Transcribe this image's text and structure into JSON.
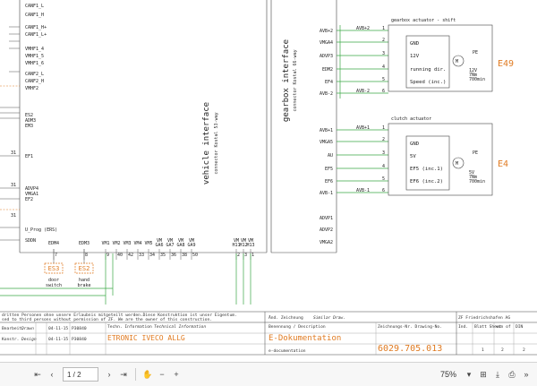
{
  "left_signals": [
    "CANF1_L",
    "CANF1_H",
    "CANF1_H+",
    "CANF1_L+",
    "VMHF1_4",
    "VMHF1_5",
    "VMHF1_6",
    "CANF2_L",
    "CANF2_H",
    "VMHF2",
    "ES2",
    "ADM3",
    "EM3",
    "EF1",
    "ADVP4",
    "VMGA1",
    "EF2",
    "U_Prog (ERS)",
    "SDDN"
  ],
  "left_numbers": [
    "31",
    "31",
    "31"
  ],
  "vehicle_interface": {
    "title": "vehicle interface",
    "subtitle": "connector Kostal 53-way"
  },
  "gearbox_interface": {
    "title": "gearbox interface",
    "subtitle": "connector Kostal 66-way"
  },
  "gearbox_pins_top": [
    "AVB+2",
    "VMGA4",
    "ADVP3",
    "EDM2",
    "EF4",
    "AVB-2"
  ],
  "gearbox_pins_mid": [
    "AVB+1",
    "VMGA5",
    "AU",
    "EF5",
    "EF6",
    "AVB-1"
  ],
  "gearbox_pins_bottom": [
    "ADVP1",
    "ADVP2",
    "VMGA2"
  ],
  "wire_labels_top": [
    "AVB+2",
    "AVB-2"
  ],
  "wire_labels_mid": [
    "AVB+1",
    "AVB-1"
  ],
  "wire_numbers_top": [
    "1",
    "2",
    "3",
    "4",
    "5",
    "6"
  ],
  "wire_numbers_mid": [
    "1",
    "2",
    "3",
    "4",
    "5",
    "6"
  ],
  "shift_actuator": {
    "title": "gearbox actuator - shift",
    "rows": [
      "GND",
      "12V",
      "running dir.",
      "Speed (inc.)"
    ],
    "tag": "E49",
    "motor": "M",
    "pe": "PE",
    "specs": [
      "12V",
      "7Nm",
      "700min"
    ]
  },
  "clutch_actuator": {
    "title": "clutch actuator",
    "rows": [
      "GND",
      "5V",
      "EF5 (inc.1)",
      "EF6 (inc.2)"
    ],
    "tag": "E4",
    "motor": "M",
    "pe": "PE",
    "specs": [
      "5V",
      "7Nm",
      "700min"
    ]
  },
  "bottom_pins": [
    "EDM4",
    "EDM3",
    "VM1",
    "VM2",
    "VM3",
    "VM4",
    "VM5",
    "VM GA6",
    "VM GA7",
    "VM GA8",
    "VM GA9",
    "VM H11",
    "VM H12",
    "VM H13"
  ],
  "bottom_numbers": [
    "7",
    "8",
    "9",
    "40",
    "42",
    "33",
    "34",
    "35",
    "36",
    "38",
    "50",
    "2",
    "3",
    "1"
  ],
  "switches": [
    {
      "tag": "ES3",
      "caption": [
        "door",
        "switch"
      ]
    },
    {
      "tag": "ES2",
      "caption": [
        "hand",
        "brake"
      ]
    }
  ],
  "title_block": {
    "notice_de": "dritten Personen ohne unsere Erlaubnis mitgeteilt werden.Diese Konstruktion ist unser Eigentum.",
    "notice_en": "sed to third persons without permission of ZF.  We are the owner of this construction.",
    "rev_de": "Änd. Zeichnung",
    "rev_en": "Similar Draw.",
    "company": "ZF Friedrichshafen AG",
    "rows": [
      {
        "role": "Bearbeit.",
        "role_en": "Drawn",
        "date": "04-11-15",
        "sig": "P30840"
      },
      {
        "role": "Konstr.",
        "role_en": "Design",
        "date": "04-11-15",
        "sig": "P30840"
      }
    ],
    "tech_info_de": "Techn. Information",
    "tech_info_en": "Technical Information",
    "product": "ETRONIC IVECO ALLG",
    "name_label": "Benennung / Description",
    "doc_de": "E-Dokumentation",
    "doc_en": "e-documentation",
    "drawing_no_label": "Zeichnungs-Nr. Drawing-No.",
    "drawing_no": "6029.705.013",
    "ind_label": "Ind.",
    "sheet_label": "Blatt Sheet",
    "of_label": "von of",
    "din_label": "DIN",
    "sheet": "1",
    "of": "2",
    "din": "2"
  },
  "toolbar": {
    "page_value": "1 / 2",
    "zoom": "75%"
  }
}
